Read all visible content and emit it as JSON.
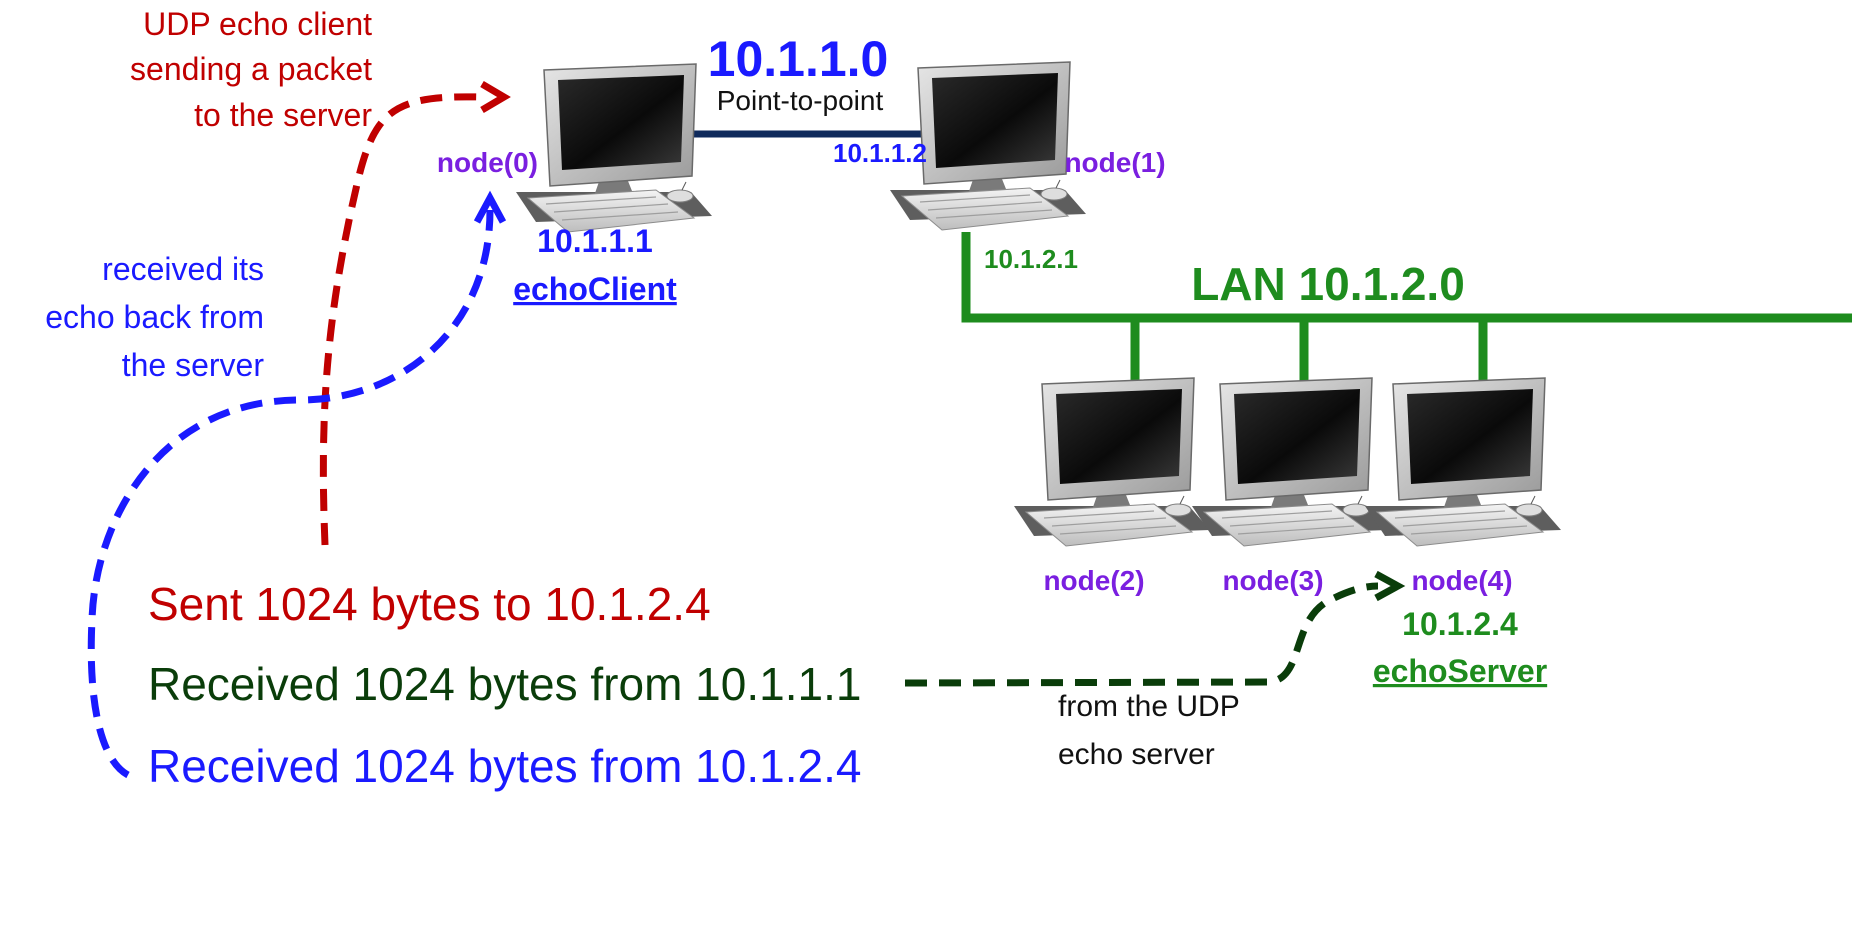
{
  "colors": {
    "red": "#c00000",
    "blue": "#1a1aff",
    "dark_green": "#0a3d0a",
    "green": "#1e8c1e",
    "purple": "#7a1fe0",
    "navy": "#0f2a5c",
    "black": "#111111"
  },
  "icons": {
    "computer": "desktop-computer-icon"
  },
  "annotations": {
    "client_sending": [
      "UDP echo client",
      "sending a packet",
      "to the server"
    ],
    "client_received": [
      "received its",
      "echo back from",
      "the server"
    ],
    "from_server": [
      "from the UDP",
      "echo server"
    ]
  },
  "network": {
    "p2p_address": "10.1.1.0",
    "p2p_label": "Point-to-point",
    "lan_label": "LAN 10.1.2.0"
  },
  "nodes": {
    "node0": {
      "name": "node(0)",
      "ip": "10.1.1.1",
      "role": "echoClient"
    },
    "node1": {
      "name": "node(1)",
      "ip_p2p": "10.1.1.2",
      "ip_lan": "10.1.2.1"
    },
    "node2": {
      "name": "node(2)"
    },
    "node3": {
      "name": "node(3)"
    },
    "node4": {
      "name": "node(4)",
      "ip": "10.1.2.4",
      "role": "echoServer"
    }
  },
  "log": {
    "sent": "Sent 1024 bytes to 10.1.2.4",
    "received_server": "Received 1024 bytes from 10.1.1.1",
    "received_client": "Received 1024 bytes from 10.1.2.4"
  }
}
